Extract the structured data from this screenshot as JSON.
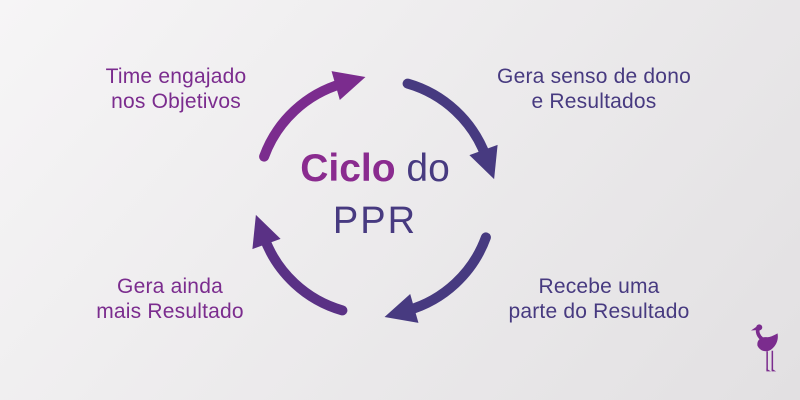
{
  "title": {
    "bold": "Ciclo",
    "rest": "do",
    "line2": "PPR",
    "bold_color": "#8a2b8f",
    "rest_color": "#473a80"
  },
  "labels": [
    {
      "position": "top-left",
      "lines": [
        "Time engajado",
        "nos Objetivos"
      ],
      "color": "#7b2c8e"
    },
    {
      "position": "top-right",
      "lines": [
        "Gera senso de dono",
        "e Resultados"
      ],
      "color": "#473a80"
    },
    {
      "position": "bottom-right",
      "lines": [
        "Recebe uma",
        "parte do Resultado"
      ],
      "color": "#473a80"
    },
    {
      "position": "bottom-left",
      "lines": [
        "Gera ainda",
        "mais Resultado"
      ],
      "color": "#7b2c8e"
    }
  ],
  "diagram": {
    "type": "cycle",
    "arrow_colors": [
      "#7b2c8e",
      "#473a80",
      "#473a80",
      "#5a3185"
    ]
  },
  "logo": {
    "name": "flamingo-logo",
    "color": "#7b2c8e"
  },
  "background": {
    "gradient_from": "#f6f5f6",
    "gradient_to": "#e2e0e2"
  }
}
